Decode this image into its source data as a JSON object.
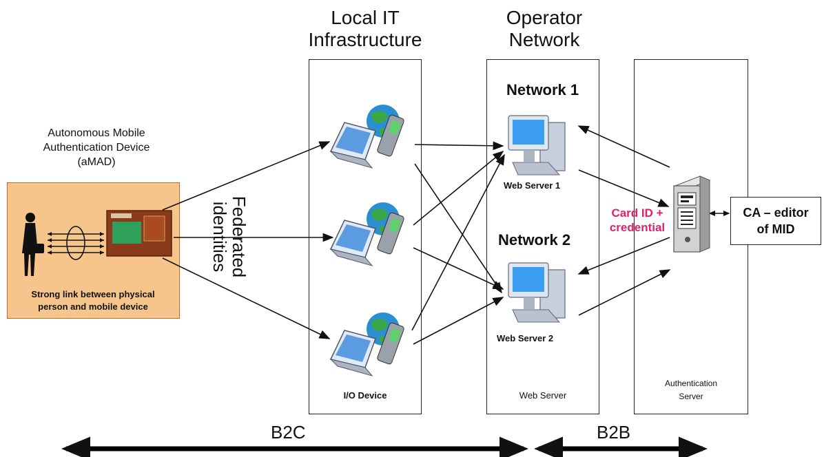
{
  "headers": {
    "local_it": "Local IT\nInfrastructure",
    "operator": "Operator\nNetwork"
  },
  "amad": {
    "title": "Autonomous Mobile\nAuthentication Device\n(aMAD)",
    "caption": "Strong link between physical\nperson and mobile device"
  },
  "federated": "Federated\nidentities",
  "network1": {
    "label": "Network 1",
    "server": "Web Server 1"
  },
  "network2": {
    "label": "Network 2",
    "server": "Web Server 2"
  },
  "columns": {
    "io": "I/O Device",
    "web": "Web Server",
    "auth": "Authentication\nServer"
  },
  "card_id": "Card ID +\ncredential",
  "ca_box": "CA – editor\nof MID",
  "scopes": {
    "b2c": "B2C",
    "b2b": "B2B"
  },
  "colors": {
    "accent_pink": "#e0206a",
    "amad_fill": "#f6c58c"
  }
}
